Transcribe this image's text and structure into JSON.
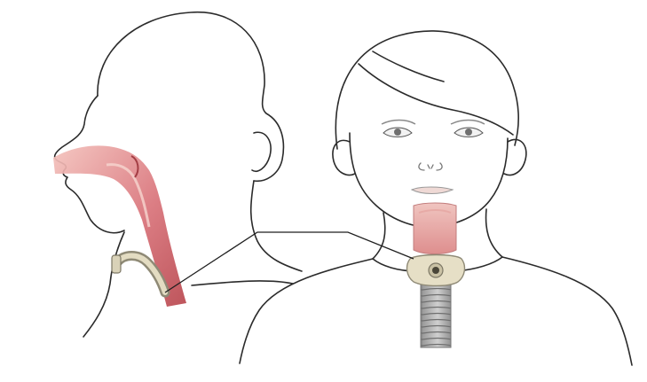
{
  "figure": {
    "subject": "tracheostomy-illustration",
    "views": [
      "side-profile",
      "front-view"
    ]
  },
  "colors": {
    "background": "#ffffff",
    "outline": "#2b2b2b",
    "airway": "#c8565a",
    "airway_light": "#f0b7b3",
    "tube": "#d9d2b8",
    "tube_shadow": "#8f8a76",
    "trachea_rings": "#8e8e8e"
  }
}
